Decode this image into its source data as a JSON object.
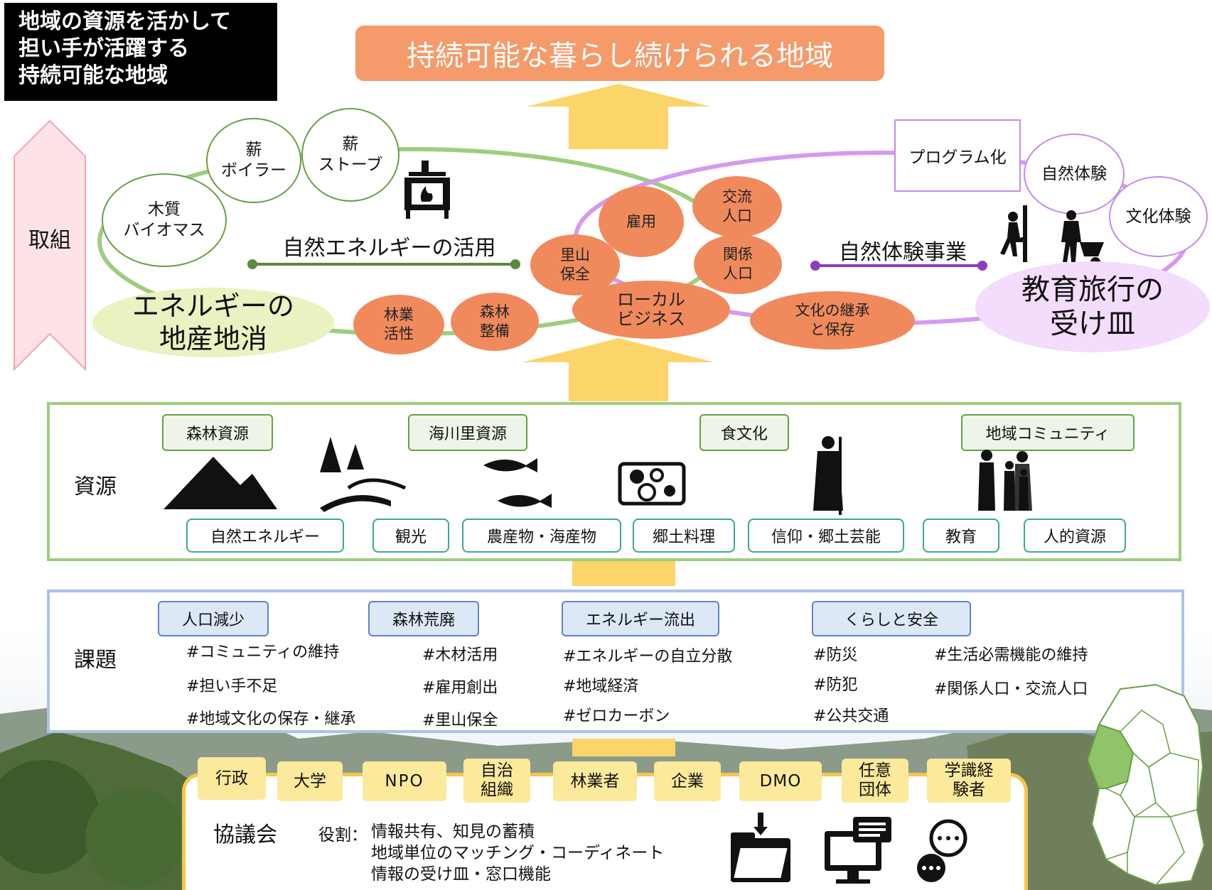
{
  "header": {
    "tagline": [
      "地域の資源を活かして",
      "担い手が活躍する",
      "持続可能な地域"
    ]
  },
  "goal": "持続可能な暮らし続けられる地域",
  "colors": {
    "goal": "#f59a6a",
    "accent_green": "#6a9e45",
    "accent_purple": "#c28ce6",
    "arrow_yellow": "#fbd46a",
    "orange_pill": "#f08a5d"
  },
  "initiatives": {
    "side_label": "取組",
    "energy": {
      "title": "自然エネルギーの活用",
      "ellipse_label": [
        "エネルギーの",
        "地産地消"
      ],
      "bubbles": [
        [
          "木質",
          "バイオマス"
        ],
        [
          "薪",
          "ボイラー"
        ],
        [
          "薪",
          "ストーブ"
        ]
      ],
      "icon": "wood-stove-icon"
    },
    "center_pills": [
      [
        "雇用"
      ],
      [
        "交流",
        "人口"
      ],
      [
        "里山",
        "保全"
      ],
      [
        "関係",
        "人口"
      ],
      [
        "ローカル",
        "ビジネス"
      ],
      [
        "林業",
        "活性"
      ],
      [
        "森林",
        "整備"
      ],
      [
        "文化の継承",
        "と保存"
      ]
    ],
    "nature": {
      "title": "自然体験事業",
      "ellipse_label": [
        "教育旅行の",
        "受け皿"
      ],
      "program": "プログラム化",
      "bubbles": [
        "自然体験",
        "文化体験"
      ],
      "icons": [
        "climbing-person-icon",
        "wheelbarrow-farmer-icon"
      ]
    }
  },
  "resources": {
    "side_label": "資源",
    "top_tags": [
      "森林資源",
      "海川里資源",
      "食文化",
      "地域コミュニティ"
    ],
    "bottom_tags": [
      "自然エネルギー",
      "観光",
      "農産物・海産物",
      "郷土料理",
      "信仰・郷土芸能",
      "教育",
      "人的資源"
    ],
    "icons": [
      "mountain-icon",
      "trees-bridge-icon",
      "fish-icon",
      "set-meal-icon",
      "monk-icon",
      "family-icon"
    ]
  },
  "issues": {
    "side_label": "課題",
    "groups": [
      {
        "tag": "人口減少",
        "items": [
          "#コミュニティの維持",
          "#担い手不足",
          "#地域文化の保存・継承"
        ]
      },
      {
        "tag": "森林荒廃",
        "items": [
          "#木材活用",
          "#雇用創出",
          "#里山保全"
        ]
      },
      {
        "tag": "エネルギー流出",
        "items": [
          "#エネルギーの自立分散",
          "#地域経済",
          "#ゼロカーボン"
        ]
      },
      {
        "tag": "くらしと安全",
        "items": [
          "#防災",
          "#防犯",
          "#公共交通"
        ]
      },
      {
        "tag": "",
        "items": [
          "#生活必需機能の維持",
          "#関係人口・交流人口"
        ]
      }
    ]
  },
  "council": {
    "orgs": [
      [
        "行政"
      ],
      [
        "大学"
      ],
      [
        "NPO"
      ],
      [
        "自治",
        "組織"
      ],
      [
        "林業者"
      ],
      [
        "企業"
      ],
      [
        "DMO"
      ],
      [
        "任意",
        "団体"
      ],
      [
        "学識経",
        "験者"
      ]
    ],
    "name": "協議会",
    "role_label": "役割：",
    "roles": [
      "情報共有、知見の蓄積",
      "地域単位のマッチング・コーディネート",
      "情報の受け皿・窓口機能"
    ],
    "icons": [
      "download-folder-icon",
      "computer-chat-icon",
      "chat-bubbles-icon"
    ]
  },
  "map": {
    "icon": "prefecture-map-icon",
    "highlight": "#8fc46a"
  }
}
